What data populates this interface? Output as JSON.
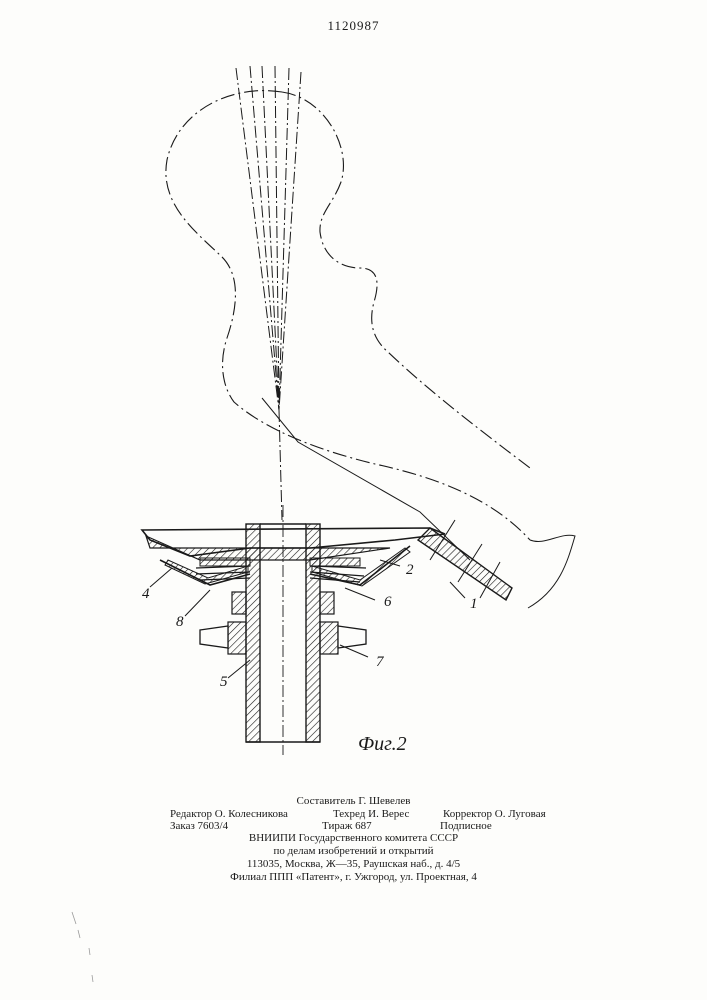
{
  "page": {
    "number": "1120987"
  },
  "figure": {
    "label": "Фиг.2",
    "callouts": {
      "c1": "1",
      "c2": "2",
      "c4": "4",
      "c5": "5",
      "c6": "6",
      "c7": "7",
      "c8": "8"
    }
  },
  "imprint": {
    "compiler": "Составитель Г. Шевелев",
    "editor": "Редактор О. Колесникова",
    "techred": "Техред И. Верес",
    "corrector": "Корректор О. Луговая",
    "order": "Заказ 7603/4",
    "circulation": "Тираж 687",
    "subscription": "Подписное",
    "org1": "ВНИИПИ Государственного комитета СССР",
    "org2": "по делам изобретений и открытий",
    "address": "113035, Москва, Ж—35, Раушская наб., д. 4/5",
    "branch": "Филиал ППП «Патент», г. Ужгород, ул. Проектная, 4"
  }
}
